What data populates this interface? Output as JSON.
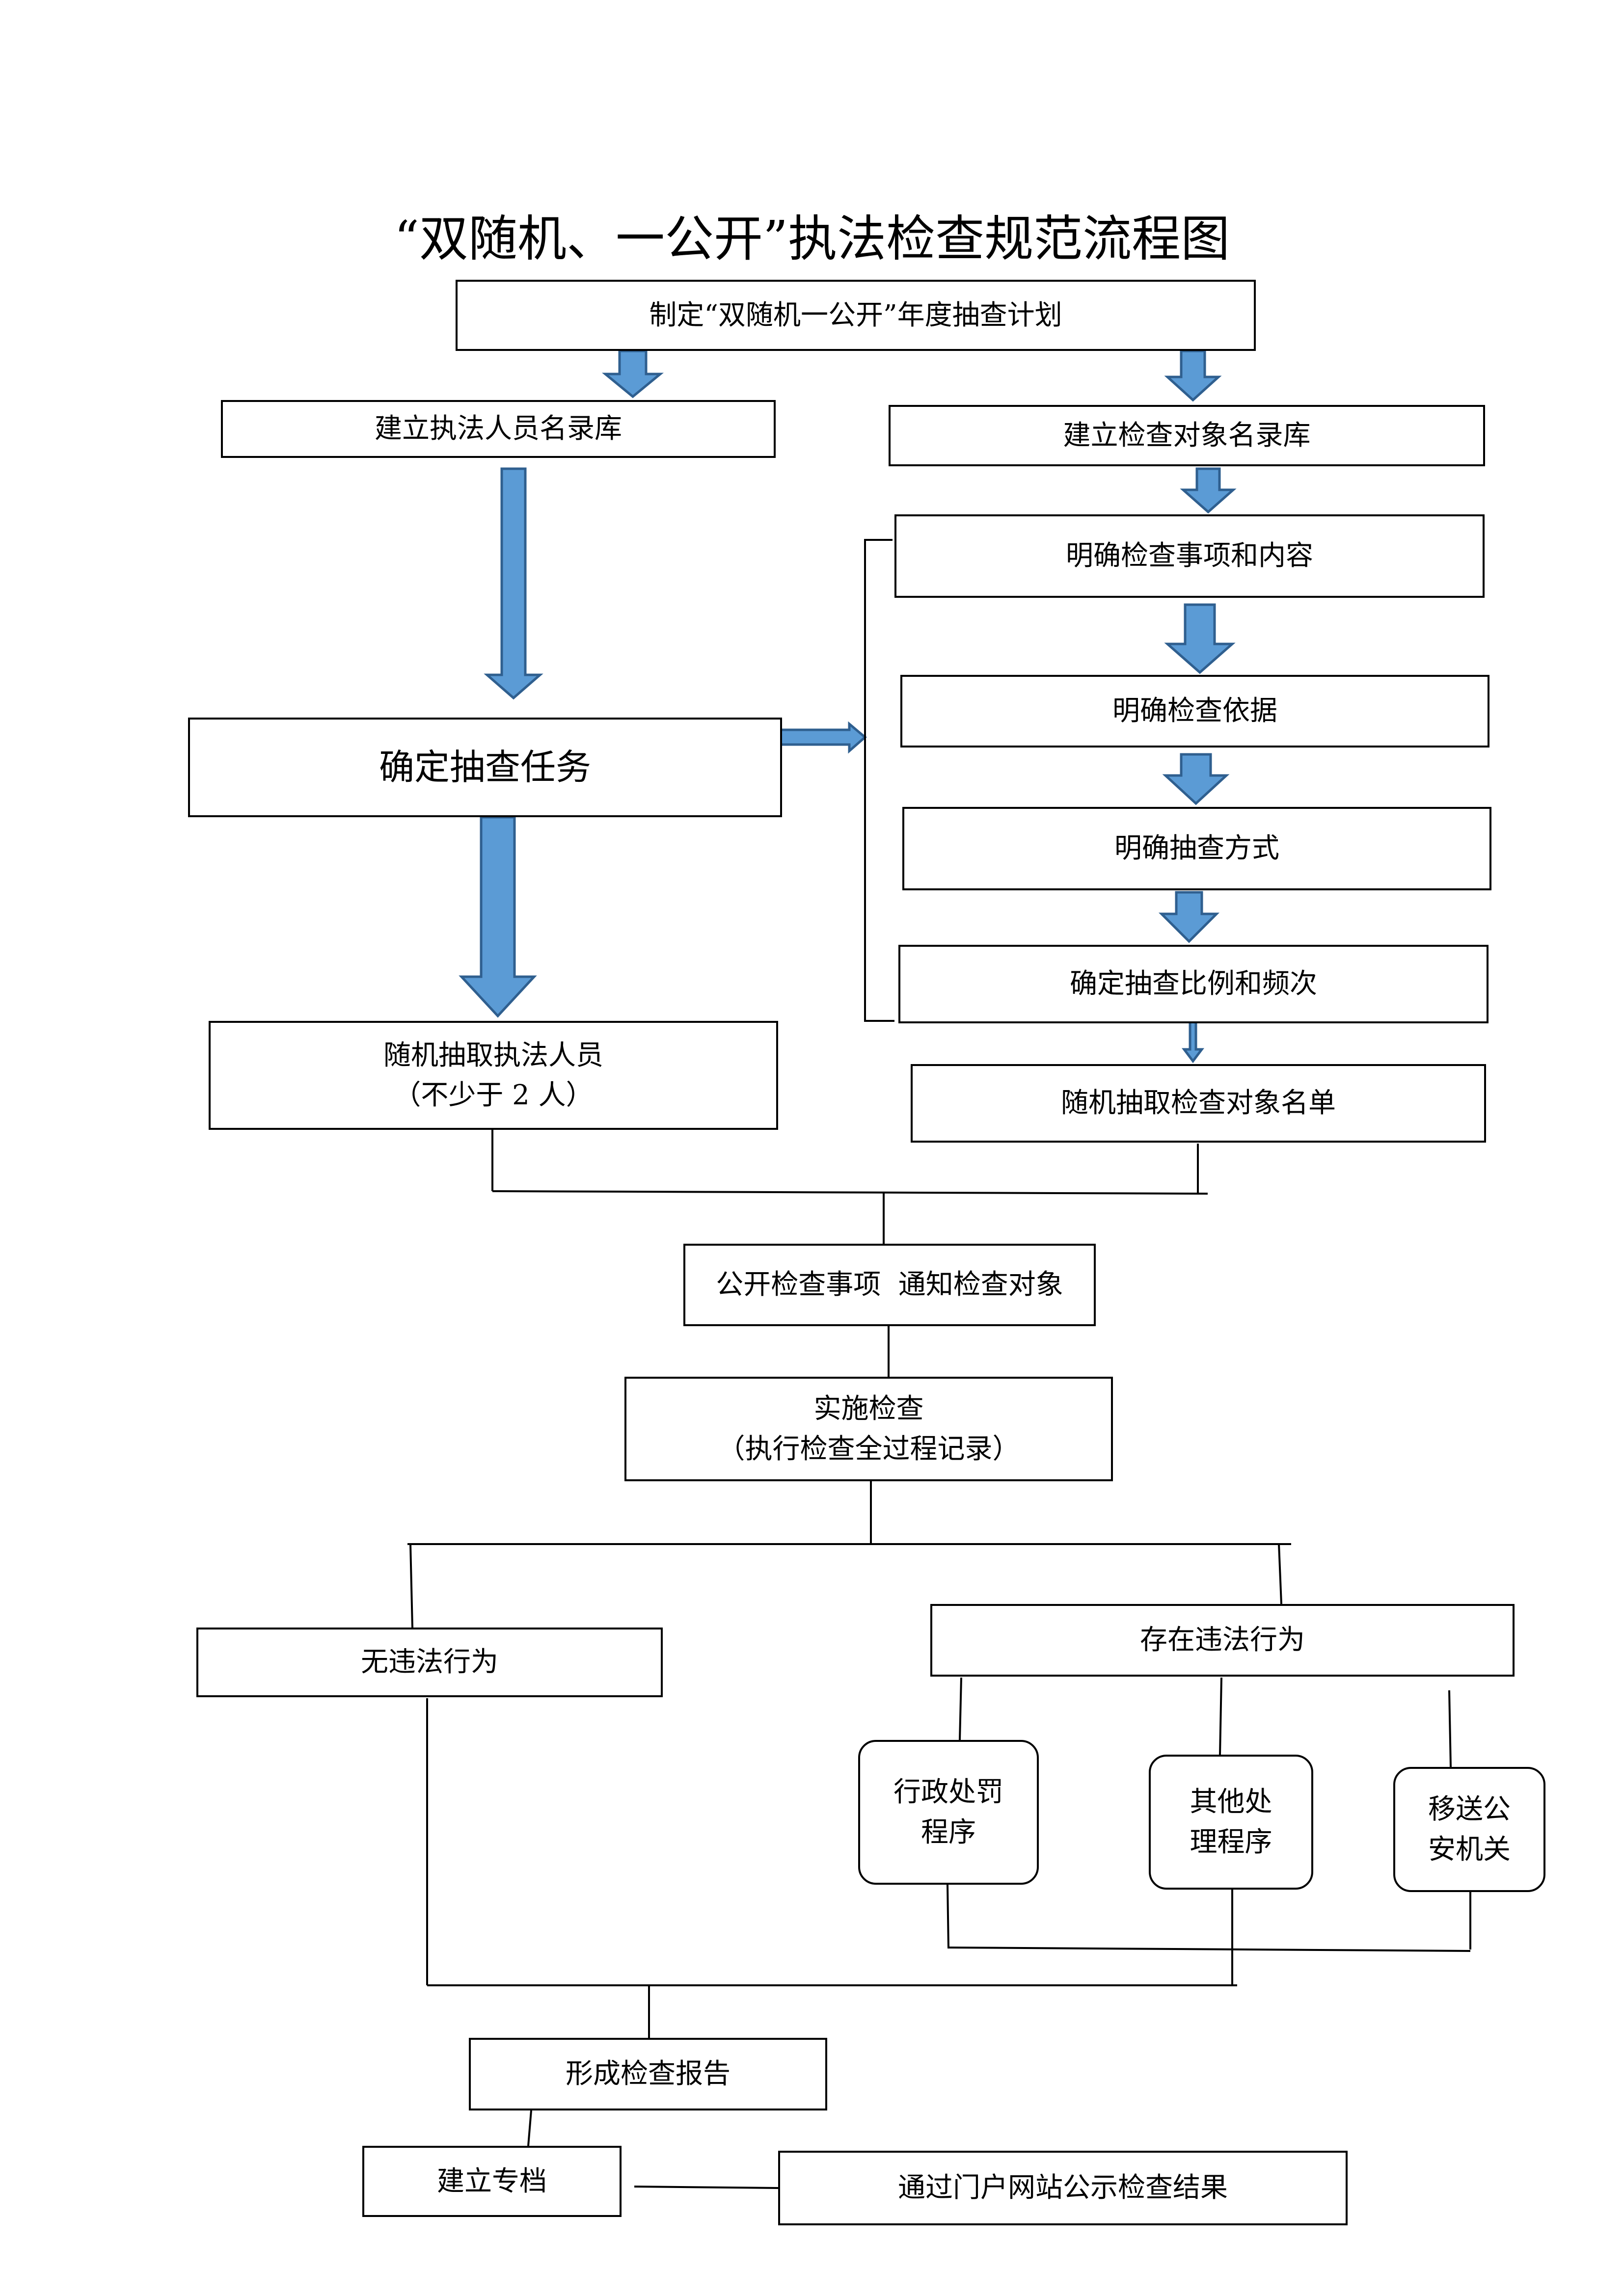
{
  "title": "“双随机、一公开”执法检查规范流程图",
  "nodes": {
    "plan": "制定“双随机一公开”年度抽查计划",
    "enforcer_db": "建立执法人员名录库",
    "target_db": "建立检查对象名录库",
    "items": "明确检查事项和内容",
    "basis": "明确检查依据",
    "method": "明确抽查方式",
    "ratio": "确定抽查比例和频次",
    "task": "确定抽查任务",
    "pick_enforcers_1": "随机抽取执法人员",
    "pick_enforcers_2": "（不少于 2 人）",
    "pick_targets": "随机抽取检查对象名单",
    "publish": "公开检查事项  通知检查对象",
    "inspect_1": "实施检查",
    "inspect_2": "（执行检查全过程记录）",
    "no_violation": "无违法行为",
    "violation": "存在违法行为",
    "penalty_1": "行政处罚",
    "penalty_2": "程序",
    "other_1": "其他处",
    "other_2": "理程序",
    "police_1": "移送公",
    "police_2": "安机关",
    "report": "形成检查报告",
    "archive": "建立专档",
    "disclose": "通过门户网站公示检查结果"
  },
  "colors": {
    "arrow_fill": "#5b9bd5",
    "arrow_stroke": "#2f5f8f",
    "line": "#000000"
  }
}
